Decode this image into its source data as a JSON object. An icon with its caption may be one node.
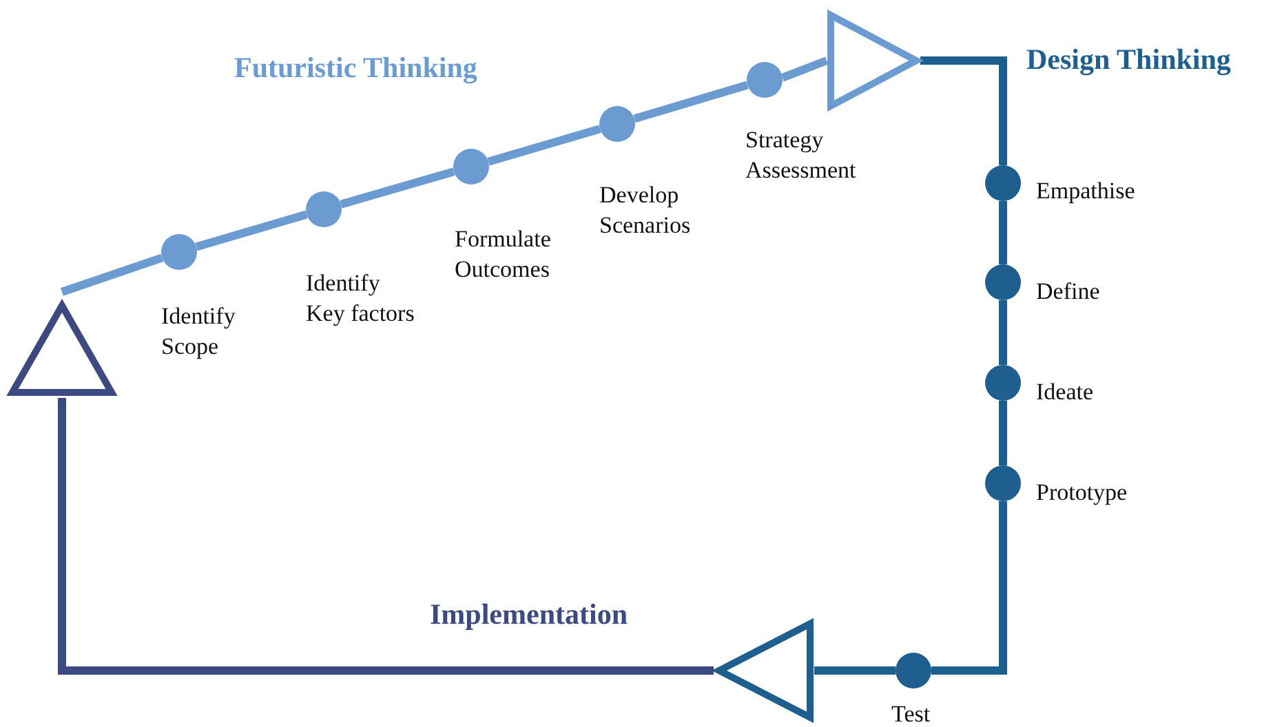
{
  "diagram": {
    "nodes": [
      {
        "text": [],
        "shape": "circle",
        "beside": [
          "Identify Scope"
        ]
      },
      {
        "text": [],
        "shape": "circle",
        "beside": [
          "Identify Key factors"
        ]
      },
      {
        "text": [],
        "shape": "circle",
        "beside": [
          "Formulate Outcomes"
        ]
      },
      {
        "text": [],
        "shape": "circle",
        "beside": [
          "Develop Scenarios"
        ]
      },
      {
        "text": [],
        "shape": "circle",
        "beside": [
          "Strategy Assessment"
        ]
      },
      {
        "text": [],
        "shape": "triangle"
      },
      {
        "text": [],
        "shape": "circle",
        "beside": [
          "Empathise"
        ]
      },
      {
        "text": [],
        "shape": "circle",
        "beside": [
          "Define"
        ]
      },
      {
        "text": [],
        "shape": "circle",
        "beside": [
          "Ideate"
        ]
      },
      {
        "text": [],
        "shape": "circle",
        "beside": [
          "Prototype"
        ]
      },
      {
        "text": [],
        "shape": "circle",
        "beside": [
          "Test"
        ]
      },
      {
        "text": [],
        "shape": "triangle"
      },
      {
        "text": [],
        "shape": "triangle"
      }
    ],
    "edges": [
      {
        "from": 12,
        "to": 0,
        "arrow": "none",
        "color": "#6b9bd1"
      },
      {
        "from": 0,
        "to": 1,
        "arrow": "none",
        "color": "#6b9bd1"
      },
      {
        "from": 1,
        "to": 2,
        "arrow": "none",
        "color": "#6b9bd1"
      },
      {
        "from": 2,
        "to": 3,
        "arrow": "none",
        "color": "#6b9bd1"
      },
      {
        "from": 3,
        "to": 4,
        "arrow": "none",
        "color": "#6b9bd1"
      },
      {
        "from": 4,
        "to": 5,
        "arrow": "none",
        "color": "#6b9bd1"
      },
      {
        "from": 5,
        "to": 6,
        "arrow": "none",
        "color": "#1f5f8f"
      },
      {
        "from": 6,
        "to": 7,
        "arrow": "none",
        "color": "#1f5f8f"
      },
      {
        "from": 7,
        "to": 8,
        "arrow": "none",
        "color": "#1f5f8f"
      },
      {
        "from": 8,
        "to": 9,
        "arrow": "none",
        "color": "#1f5f8f"
      },
      {
        "from": 9,
        "to": 10,
        "arrow": "none",
        "color": "#1f5f8f"
      },
      {
        "from": 10,
        "to": 11,
        "arrow": "none",
        "color": "#1f5f8f"
      },
      {
        "from": 11,
        "to": 12,
        "arrow": "none",
        "color": "#3d4a82"
      }
    ],
    "labels": [
      "Futuristic Thinking",
      "Design Thinking",
      "Implementation"
    ]
  }
}
